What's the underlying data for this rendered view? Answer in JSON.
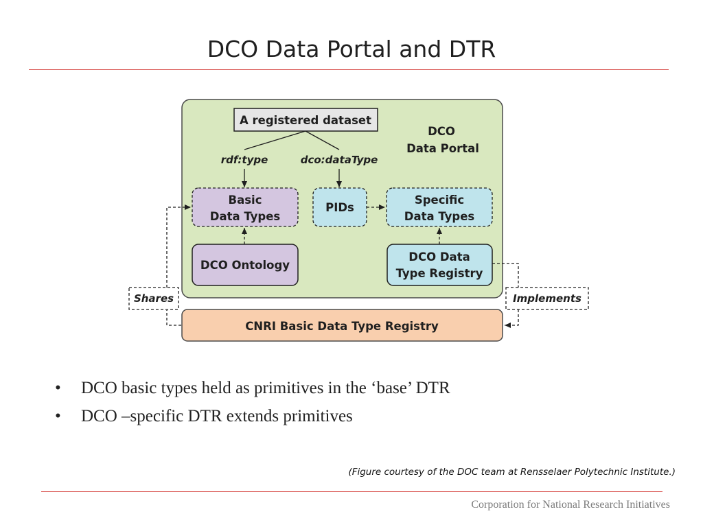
{
  "slide": {
    "title": "DCO Data Portal and DTR"
  },
  "diagram": {
    "portal_label_line1": "DCO",
    "portal_label_line2": "Data Portal",
    "nodes": {
      "registered_dataset": "A registered dataset",
      "basic_data_types_line1": "Basic",
      "basic_data_types_line2": "Data Types",
      "pids": "PIDs",
      "specific_data_types_line1": "Specific",
      "specific_data_types_line2": "Data Types",
      "dco_ontology": "DCO Ontology",
      "dco_dtr_line1": "DCO Data",
      "dco_dtr_line2": "Type Registry",
      "cnri_registry": "CNRI Basic Data Type Registry"
    },
    "edge_labels": {
      "rdf_type": "rdf:type",
      "dco_datatype": "dco:dataType",
      "shares": "Shares",
      "implements": "Implements"
    },
    "colors": {
      "portal_fill": "#d9e8bf",
      "basic_fill": "#d4c6e0",
      "pids_fill": "#bfe4ec",
      "cnri_fill": "#f9cfae",
      "dataset_fill": "#e6e6e6"
    }
  },
  "bullets": [
    {
      "marker": "•",
      "text": "DCO basic types held as primitives in the ‘base’ DTR"
    },
    {
      "marker": "•",
      "text": "DCO –specific DTR extends primitives"
    }
  ],
  "caption": "(Figure courtesy of the DOC team at Rensselaer Polytechnic Institute.)",
  "footer": "Corporation for National Research Initiatives"
}
